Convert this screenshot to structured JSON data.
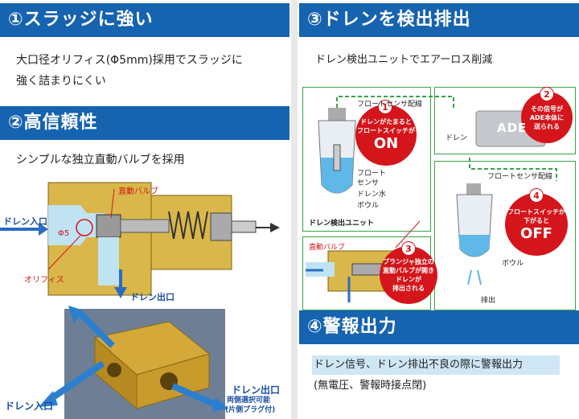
{
  "left": {
    "section1": {
      "title": "①スラッジに強い",
      "line1": "大口径オリフィス(Φ5mm)採用でスラッジに",
      "line2": "強く詰まりにくい"
    },
    "section2": {
      "title": "②高信頼性",
      "desc": "シンプルな独立直動バルブを採用",
      "labels": {
        "valve": "直動バルブ",
        "inlet": "ドレン入口",
        "phi": "Φ5",
        "orifice": "オリフィス",
        "outlet": "ドレン出口"
      },
      "photo_labels": {
        "inlet": "ドレン入口",
        "outlet": "ドレン出口",
        "outlet_sub1": "両側選択可能",
        "outlet_sub2": "(片側プラグ付)"
      }
    }
  },
  "right": {
    "section3": {
      "title": "③ドレンを検出排出",
      "desc": "ドレン検出ユニットでエアーロス削減",
      "labels": {
        "float_wire": "フロートセンサ配線",
        "float_wire2": "フロートセンサ配線",
        "float_sensor1": "フロート",
        "float_sensor2": "センサ",
        "drain_water": "ドレン水",
        "bowl": "ボウル",
        "unit": "ドレン検出ユニット",
        "valve": "直動バルブ",
        "drain": "ドレン",
        "ade": "ADE",
        "bowl2": "ボウル",
        "discharge": "排出"
      },
      "steps": [
        {
          "num": "1",
          "l1": "ドレンがたまると",
          "l2": "フロートスイッチが",
          "big": "ON"
        },
        {
          "num": "2",
          "l1": "その信号が",
          "l2": "ADE本体に",
          "l3": "送られる"
        },
        {
          "num": "3",
          "l1": "プランジャ独立の",
          "l2": "直動バルブが開き",
          "l3": "ドレンが",
          "l4": "排出される"
        },
        {
          "num": "4",
          "l1": "フロートスイッチが",
          "l2": "下がると",
          "big": "OFF"
        }
      ]
    },
    "section4": {
      "title": "④警報出力",
      "line1": "ドレン信号、ドレン排出不良の際に警報出力",
      "line2": "(無電圧、警報時接点閉)"
    }
  }
}
